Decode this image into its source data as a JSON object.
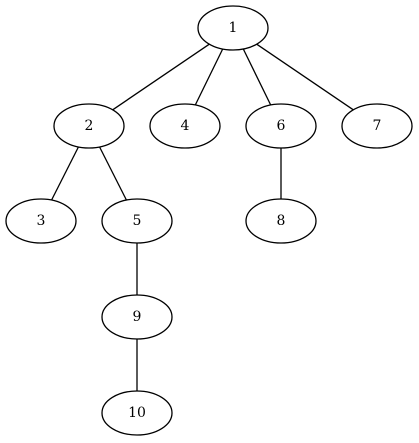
{
  "diagram": {
    "type": "tree",
    "colors": {
      "background": "#ffffff",
      "stroke": "#000000",
      "text": "#000000"
    },
    "nodes": [
      {
        "id": "n1",
        "label": "1"
      },
      {
        "id": "n2",
        "label": "2"
      },
      {
        "id": "n4",
        "label": "4"
      },
      {
        "id": "n6",
        "label": "6"
      },
      {
        "id": "n7",
        "label": "7"
      },
      {
        "id": "n3",
        "label": "3"
      },
      {
        "id": "n5",
        "label": "5"
      },
      {
        "id": "n8",
        "label": "8"
      },
      {
        "id": "n9",
        "label": "9"
      },
      {
        "id": "n10",
        "label": "10"
      }
    ],
    "edges": [
      {
        "from": "n1",
        "to": "n2"
      },
      {
        "from": "n1",
        "to": "n4"
      },
      {
        "from": "n1",
        "to": "n6"
      },
      {
        "from": "n1",
        "to": "n7"
      },
      {
        "from": "n2",
        "to": "n3"
      },
      {
        "from": "n2",
        "to": "n5"
      },
      {
        "from": "n6",
        "to": "n8"
      },
      {
        "from": "n5",
        "to": "n9"
      },
      {
        "from": "n9",
        "to": "n10"
      }
    ]
  }
}
